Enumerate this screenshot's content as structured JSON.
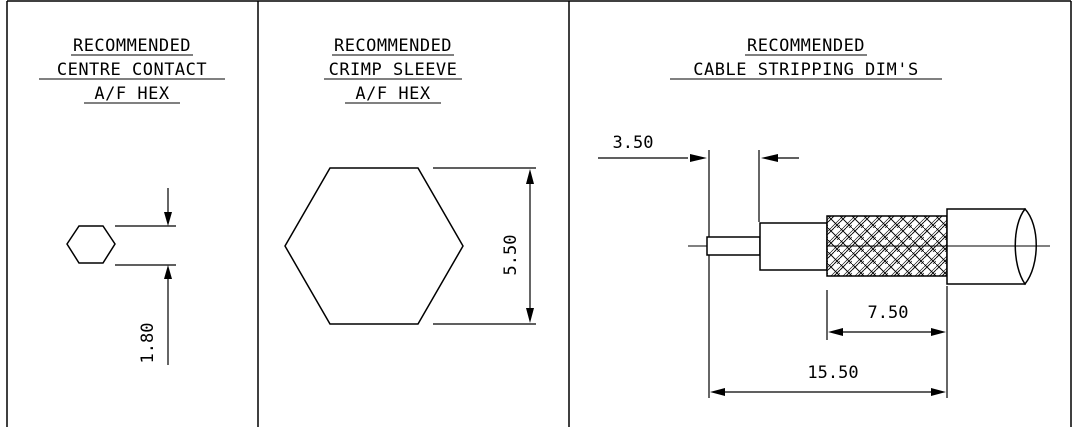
{
  "panels": {
    "centre_contact": {
      "title_line1": "RECOMMENDED",
      "title_line2": "CENTRE CONTACT",
      "title_line3": "A/F HEX",
      "dimension": "1.80"
    },
    "crimp_sleeve": {
      "title_line1": "RECOMMENDED",
      "title_line2": "CRIMP SLEEVE",
      "title_line3": "A/F HEX",
      "dimension": "5.50"
    },
    "cable_stripping": {
      "title_line1": "RECOMMENDED",
      "title_line2": "CABLE STRIPPING DIM'S",
      "dim_conductor": "3.50",
      "dim_braid": "7.50",
      "dim_total": "15.50"
    }
  },
  "colors": {
    "line": "#000000",
    "background": "#ffffff"
  }
}
